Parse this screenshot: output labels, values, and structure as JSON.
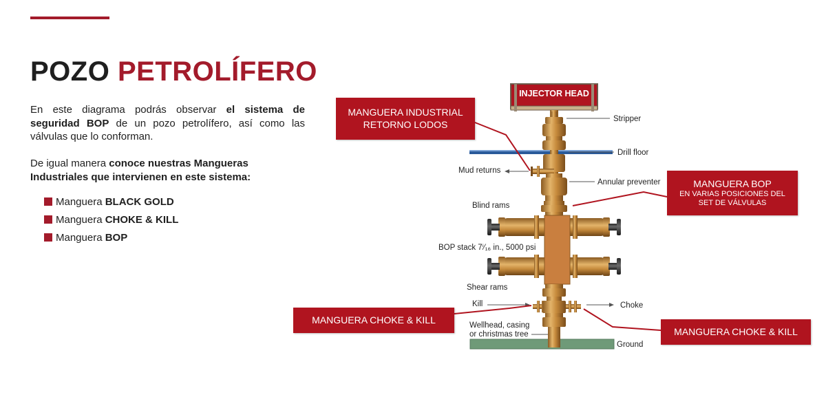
{
  "title": {
    "part1": "POZO ",
    "part2": "PETROLÍFERO"
  },
  "intro": {
    "t1": "En este diagrama podrás observar ",
    "b1": "el sistema de seguridad BOP",
    "t2": " de un pozo petrolífero, así como las válvulas que lo conforman."
  },
  "second": {
    "t1": "De igual manera ",
    "b1": "conoce nuestras Mangueras Industriales que intervienen en este sistema:"
  },
  "bullets": [
    {
      "prefix": "Manguera ",
      "bold": "BLACK GOLD"
    },
    {
      "prefix": "Manguera ",
      "bold": "CHOKE & KILL"
    },
    {
      "prefix": "Manguera ",
      "bold": "BOP"
    }
  ],
  "diagram": {
    "injector_head": "INJECTOR HEAD",
    "labels": {
      "stripper": "Stripper",
      "drill_floor": "Drill floor",
      "mud_returns": "Mud returns",
      "annular_preventer": "Annular preventer",
      "blind_rams": "Blind rams",
      "bop_stack": "BOP stack 7ⁱ⁄₁₆ in., 5000 psi",
      "shear_rams": "Shear rams",
      "kill": "Kill",
      "choke": "Choke",
      "wellhead_1": "Wellhead, casing",
      "wellhead_2": "or christmas tree",
      "ground": "Ground"
    },
    "callouts": {
      "industrial_1": "MANGUERA INDUSTRIAL",
      "industrial_2": "RETORNO LODOS",
      "bop_title": "MANGUERA BOP",
      "bop_sub1": "EN VARIAS POSICIONES DEL",
      "bop_sub2": "SET DE VÁLVULAS",
      "choke_kill_left": "MANGUERA CHOKE & KILL",
      "choke_kill_right": "MANGUERA CHOKE & KILL"
    }
  },
  "colors": {
    "accent": "#a31b2b",
    "callout_bg": "#b0141f",
    "brass": "#c68a3c",
    "brass_dark": "#8a5a22",
    "ground": "#6f9a78",
    "floor_blue": "#2a5a9a"
  },
  "icons": {
    "bullet": "square-bullet-icon"
  }
}
